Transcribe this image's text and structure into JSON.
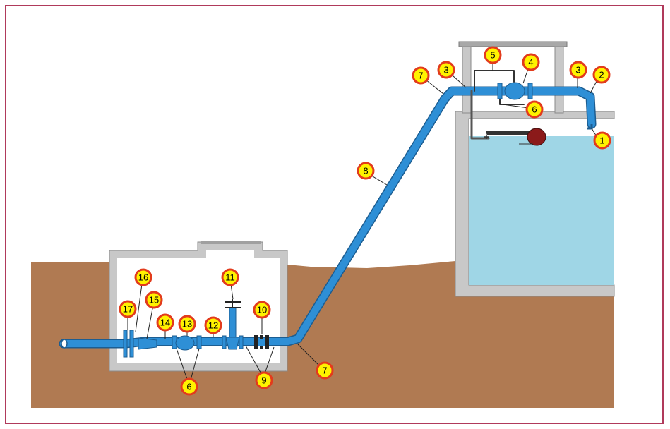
{
  "colors": {
    "frame": "#b03a5b",
    "soil": "#b07a52",
    "wall": "#c8c8c8",
    "wall_dark": "#8a8a8a",
    "pipe": "#2e8fd6",
    "pipe_dark": "#1c5d91",
    "water": "#9fd6e6",
    "badge_fill": "#fff200",
    "badge_ring": "#e23b1c",
    "float_ball": "#8b1a1a"
  },
  "labels": {
    "l1": "1",
    "l2": "2",
    "l3a": "3",
    "l3b": "3",
    "l4": "4",
    "l5": "5",
    "l6a": "6",
    "l6b": "6",
    "l7a": "7",
    "l7b": "7",
    "l8": "8",
    "l9": "9",
    "l10": "10",
    "l11": "11",
    "l12": "12",
    "l13": "13",
    "l14": "14",
    "l15": "15",
    "l16": "16",
    "l17": "17"
  }
}
